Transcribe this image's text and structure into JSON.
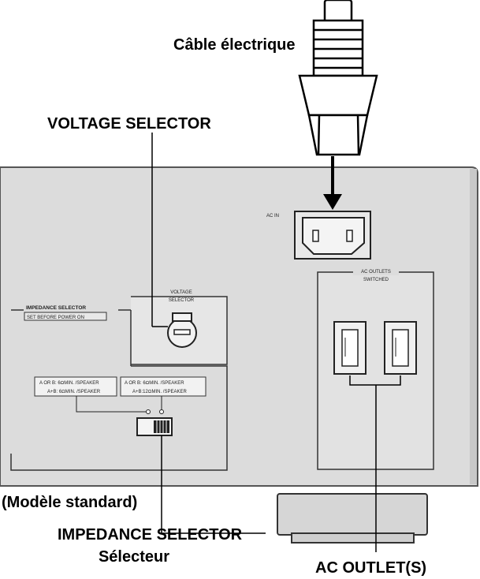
{
  "labels": {
    "power_cable": "Câble électrique",
    "voltage_selector": "VOLTAGE SELECTOR",
    "model": "(Modèle standard)",
    "impedance_selector_line1": "IMPEDANCE SELECTOR",
    "impedance_selector_line2": "Sélecteur",
    "ac_outlets_callout": "AC OUTLET(S)"
  },
  "panel": {
    "ac_in": "AC IN",
    "voltage_selector_line1": "VOLTAGE",
    "voltage_selector_line2": "SELECTOR",
    "impedance_title": "IMPEDANCE SELECTOR",
    "impedance_note": "SET BEFORE POWER ON",
    "impedance_option_left_line1": "A OR B: 6ΩMIN. /SPEAKER",
    "impedance_option_left_line2": "A+B: 6ΩMIN. /SPEAKER",
    "impedance_option_right_line1": "A OR B: 6ΩMIN. /SPEAKER",
    "impedance_option_right_line2": "A+B:12ΩMIN. /SPEAKER",
    "ac_outlets_title": "AC OUTLETS",
    "ac_outlets_subtitle": "SWITCHED"
  },
  "colors": {
    "panel_fill": "#dcdcdc",
    "panel_stroke": "#555555",
    "line": "#000000"
  }
}
